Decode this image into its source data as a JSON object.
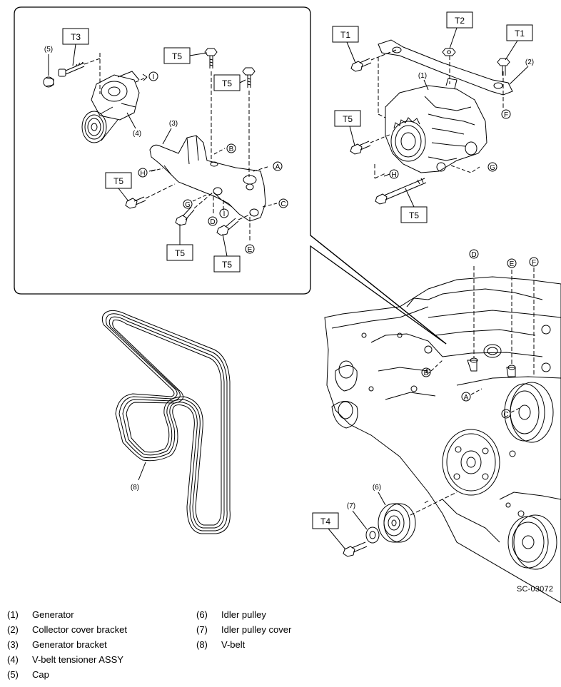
{
  "figure_code": "SC-03072",
  "torque_labels": {
    "t1": "T1",
    "t2": "T2",
    "t3": "T3",
    "t4": "T4",
    "t5": "T5"
  },
  "part_numbers": {
    "p1": "(1)",
    "p2": "(2)",
    "p3": "(3)",
    "p4": "(4)",
    "p5": "(5)",
    "p6": "(6)",
    "p7": "(7)",
    "p8": "(8)"
  },
  "point_letters": {
    "a": "A",
    "b": "B",
    "c": "C",
    "d": "D",
    "e": "E",
    "f": "F",
    "g": "G",
    "h": "H",
    "i": "I"
  },
  "legend": [
    {
      "num": "(1)",
      "label": "Generator"
    },
    {
      "num": "(2)",
      "label": "Collector cover bracket"
    },
    {
      "num": "(3)",
      "label": "Generator bracket"
    },
    {
      "num": "(4)",
      "label": "V-belt tensioner ASSY"
    },
    {
      "num": "(5)",
      "label": "Cap"
    },
    {
      "num": "(6)",
      "label": "Idler pulley"
    },
    {
      "num": "(7)",
      "label": "Idler pulley cover"
    },
    {
      "num": "(8)",
      "label": "V-belt"
    }
  ]
}
